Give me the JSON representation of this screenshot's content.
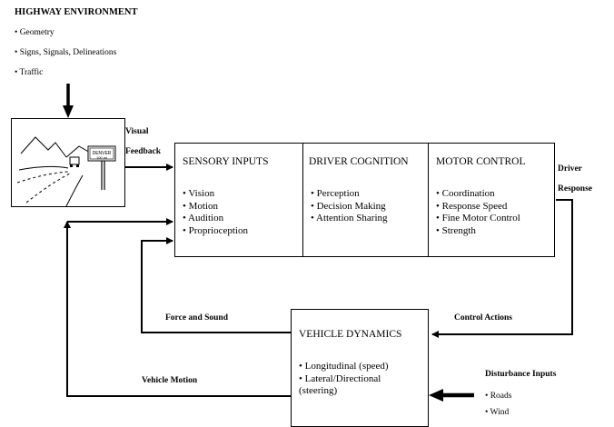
{
  "highway": {
    "title": "HIGHWAY ENVIRONMENT",
    "items": [
      "• Geometry",
      "• Signs, Signals, Delineations",
      "• Traffic"
    ]
  },
  "scene": {
    "sign_line1": "DENVER",
    "sign_line2": "100 mi"
  },
  "labels": {
    "visual_1": "Visual",
    "visual_2": "Feedback",
    "driver_1": "Driver",
    "driver_2": "Response",
    "force_sound": "Force and Sound",
    "control_actions": "Control Actions",
    "vehicle_motion": "Vehicle Motion"
  },
  "sensory": {
    "title": "SENSORY INPUTS",
    "items": [
      "• Vision",
      "• Motion",
      "• Audition",
      "• Proprioception"
    ]
  },
  "cognition": {
    "title": "DRIVER COGNITION",
    "items": [
      "• Perception",
      "• Decision Making",
      "• Attention Sharing"
    ]
  },
  "motor": {
    "title": "MOTOR CONTROL",
    "items": [
      "• Coordination",
      "• Response Speed",
      "• Fine Motor Control",
      "• Strength"
    ]
  },
  "vehicle": {
    "title": "VEHICLE DYNAMICS",
    "items": [
      "• Longitudinal (speed)",
      "• Lateral/Directional",
      "(steering)"
    ]
  },
  "disturbance": {
    "title": "Disturbance Inputs",
    "items": [
      "• Roads",
      "• Wind"
    ]
  }
}
